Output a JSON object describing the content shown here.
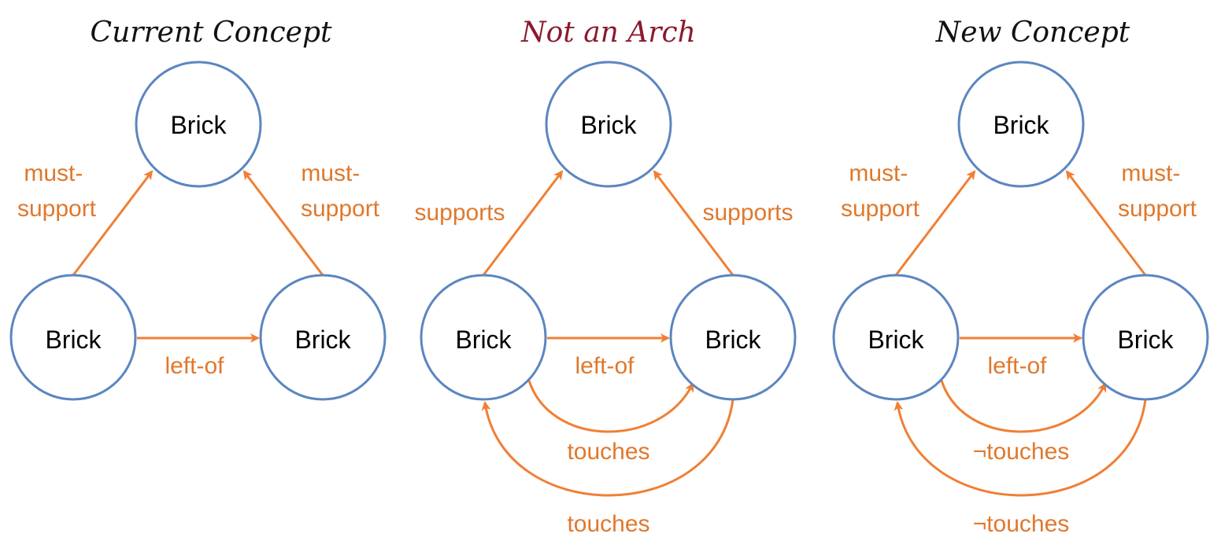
{
  "colors": {
    "node_stroke": "#5B86C0",
    "edge": "#F07F34",
    "edge_label": "#E0782C",
    "title_default": "#111111",
    "title_negative": "#8B1A2E"
  },
  "panels": [
    {
      "title": "Current Concept",
      "title_color": "#111111",
      "nodes": {
        "top": "Brick",
        "left": "Brick",
        "right": "Brick"
      },
      "edges": {
        "left_up": [
          "must-",
          "support"
        ],
        "right_up": [
          "must-",
          "support"
        ],
        "left_of": "left-of"
      }
    },
    {
      "title": "Not an Arch",
      "title_color": "#8B1A2E",
      "nodes": {
        "top": "Brick",
        "left": "Brick",
        "right": "Brick"
      },
      "edges": {
        "left_up": [
          "supports"
        ],
        "right_up": [
          "supports"
        ],
        "left_of": "left-of",
        "inner_curve": "touches",
        "outer_curve": "touches"
      }
    },
    {
      "title": "New Concept",
      "title_color": "#111111",
      "nodes": {
        "top": "Brick",
        "left": "Brick",
        "right": "Brick"
      },
      "edges": {
        "left_up": [
          "must-",
          "support"
        ],
        "right_up": [
          "must-",
          "support"
        ],
        "left_of": "left-of",
        "inner_curve": "¬touches",
        "outer_curve": "¬touches"
      }
    }
  ]
}
